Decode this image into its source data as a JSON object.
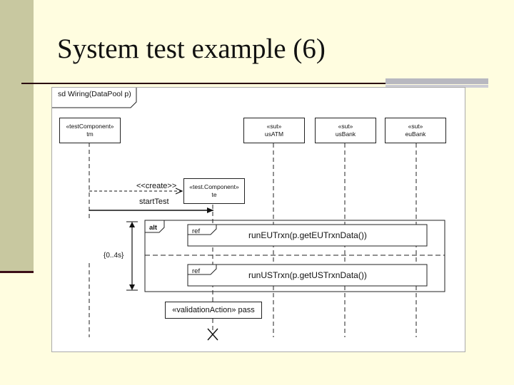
{
  "slide": {
    "title": "System test example (6)"
  },
  "diagram": {
    "frame_label": "sd  Wiring(DataPool p)",
    "lifelines": [
      {
        "stereotype": "«testComponent»",
        "name": "tm"
      },
      {
        "stereotype": "«sut»",
        "name": "usATM"
      },
      {
        "stereotype": "«sut»",
        "name": "usBank"
      },
      {
        "stereotype": "«sut»",
        "name": "euBank"
      }
    ],
    "created": {
      "stereotype": "«test.Component»",
      "name": "te"
    },
    "messages": {
      "create": "<<create>>",
      "start": "startTest"
    },
    "fragment": {
      "operator": "alt",
      "duration": "{0..4s}",
      "refs": [
        {
          "keyword": "ref",
          "expression": "runEUTrxn(p.getEUTrxnData())"
        },
        {
          "keyword": "ref",
          "expression": "runUSTrxn(p.getUSTrxnData())"
        }
      ]
    },
    "validation": "«validationAction» pass"
  }
}
